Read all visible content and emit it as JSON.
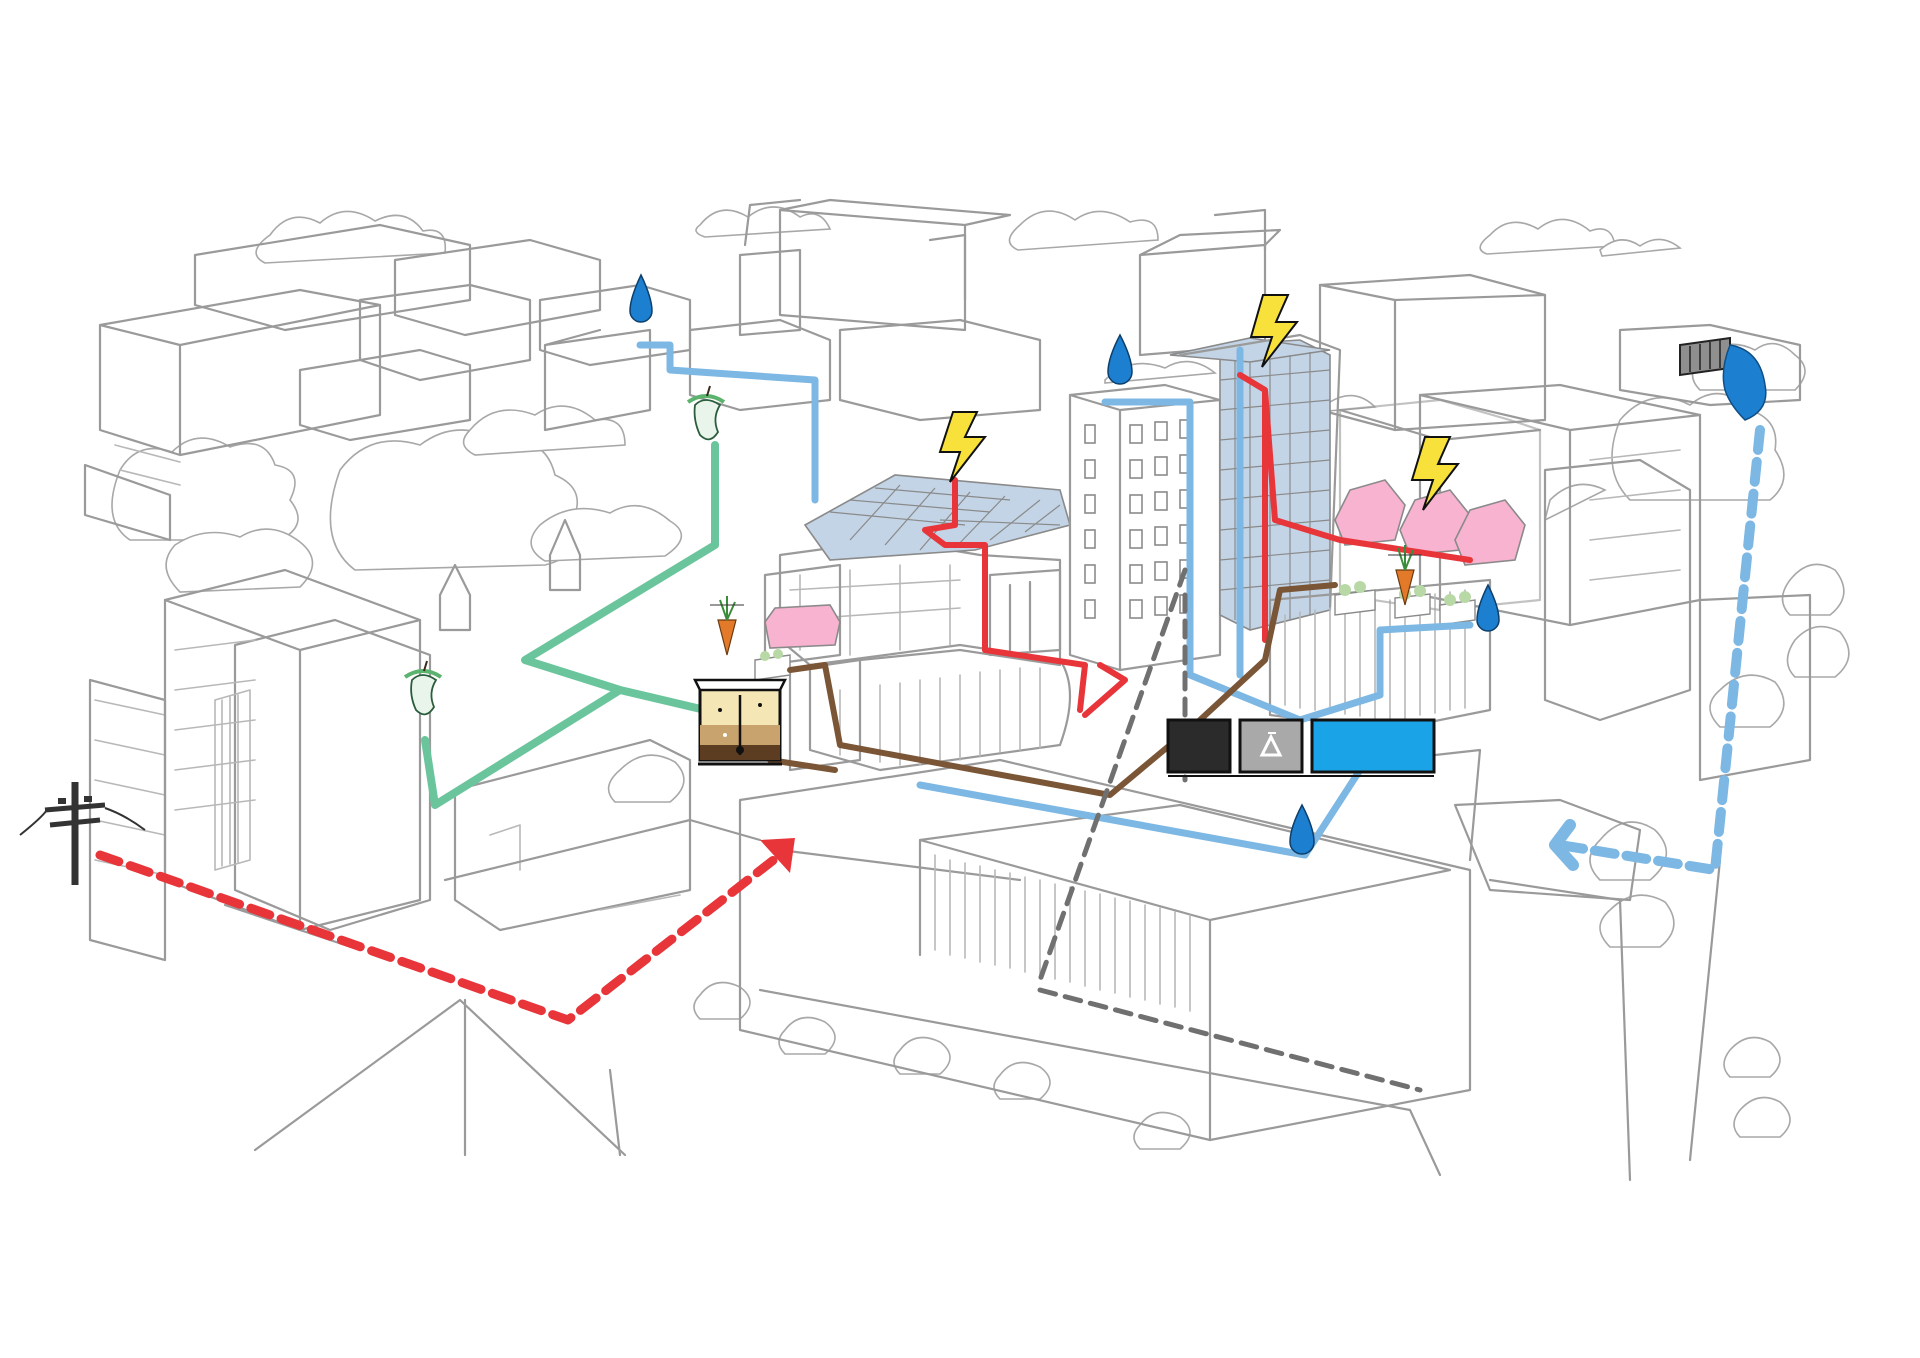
{
  "colors": {
    "sketch": "#9a9a9a",
    "electricity": "#e8353a",
    "water": "#7db7e3",
    "organic_waste": "#6bc59c",
    "sewage": "#7a5536",
    "grey_water": "#707070",
    "pink_greenhouse": "#f7b3cf",
    "solar_glass": "#c3d4e6",
    "water_drop": "#1c7fd0",
    "bolt": "#f7e13a",
    "waste_bin_black": "#2b2b2b",
    "waste_bin_grey": "#a9a9a9",
    "water_tank_blue": "#1aa3e6"
  },
  "icons": [
    "water-drop-icon",
    "lightning-bolt-icon",
    "apple-core-icon",
    "power-pole-icon",
    "outfall-pipe-icon",
    "recycling-icon",
    "compost-tank-icon",
    "carrot-plant-icon"
  ],
  "flows": [
    "electricity-grid-supply",
    "electricity-internal",
    "rainwater-collection",
    "stormwater-discharge",
    "organic-waste",
    "sewage",
    "grey-water"
  ]
}
